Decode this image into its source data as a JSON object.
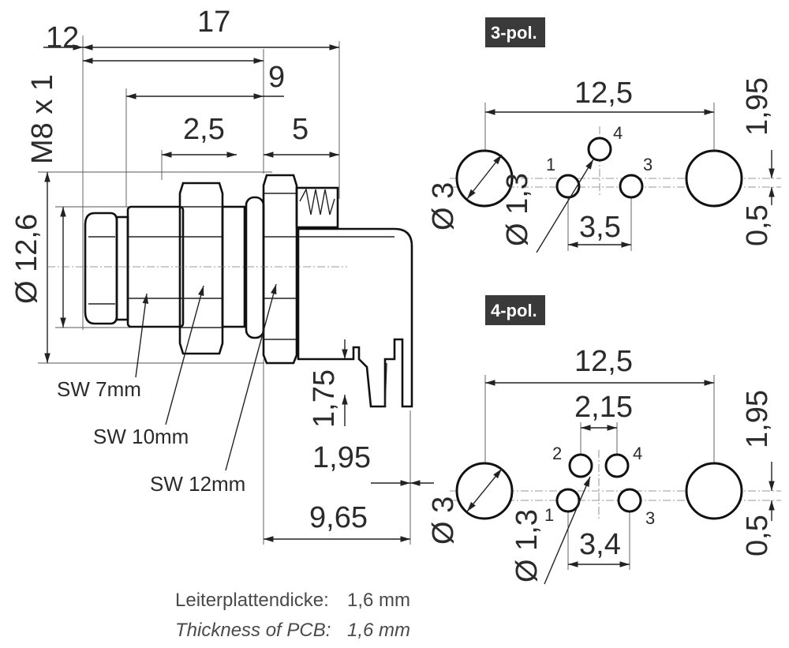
{
  "side_view": {
    "dim_12": "12",
    "dim_17": "17",
    "dim_9": "9",
    "dim_2_5": "2,5",
    "dim_5": "5",
    "thread": "M8 x 1",
    "diameter": "Ø 12,6",
    "sw7": "SW 7mm",
    "sw10": "SW 10mm",
    "sw12": "SW 12mm",
    "dim_1_75": "1,75",
    "dim_1_95": "1,95",
    "dim_9_65": "9,65"
  },
  "pol3": {
    "badge": "3-pol.",
    "width": "12,5",
    "offset": "1,95",
    "hole_large": "Ø 3",
    "hole_small": "Ø 1,3",
    "pitch": "3,5",
    "gap": "0,5",
    "pins": [
      "1",
      "3",
      "4"
    ]
  },
  "pol4": {
    "badge": "4-pol.",
    "width": "12,5",
    "pitch_top": "2,15",
    "offset": "1,95",
    "hole_large": "Ø 3",
    "hole_small": "Ø 1,3",
    "pitch": "3,4",
    "gap": "0,5",
    "pins": [
      "2",
      "4",
      "1",
      "3"
    ]
  },
  "notes": {
    "de_label": "Leiterplattendicke:",
    "de_value": "1,6 mm",
    "en_label": "Thickness of PCB:",
    "en_value": "1,6 mm"
  }
}
